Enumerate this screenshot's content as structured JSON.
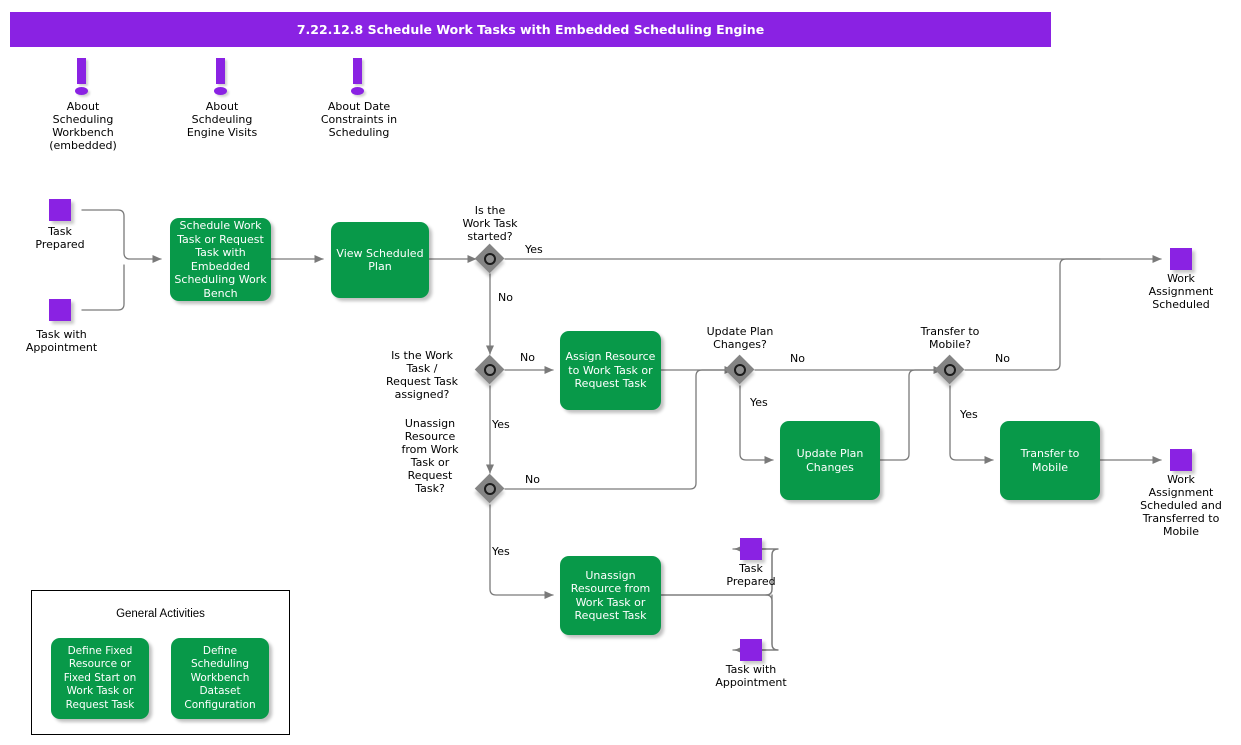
{
  "header": {
    "title": "7.22.12.8 Schedule Work Tasks with Embedded Scheduling Engine",
    "bar_color": "#8A22E3",
    "text_color": "#FFFFFF"
  },
  "palette": {
    "activity_green": "#089949",
    "event_purple": "#8A22E3",
    "gateway_gray": "#848484",
    "connector_gray": "#7A7A7A",
    "text_black": "#000000"
  },
  "annotations": [
    {
      "icon": "exclamation-icon",
      "label": "About\nScheduling\nWorkbench\n(embedded)"
    },
    {
      "icon": "exclamation-icon",
      "label": "About\nSchdeuling\nEngine Visits"
    },
    {
      "icon": "exclamation-icon",
      "label": "About Date\nConstraints in\nScheduling"
    }
  ],
  "events": [
    {
      "id": "task-prepared-start",
      "label": "Task\nPrepared"
    },
    {
      "id": "task-with-appointment-start",
      "label": "Task with\nAppointment"
    },
    {
      "id": "work-assignment-scheduled",
      "label": "Work\nAssignment\nScheduled"
    },
    {
      "id": "work-assignment-scheduled-transferred",
      "label": "Work\nAssignment\nScheduled and\nTransferred to\nMobile"
    },
    {
      "id": "task-prepared-end",
      "label": "Task\nPrepared"
    },
    {
      "id": "task-with-appointment-end",
      "label": "Task with\nAppointment"
    }
  ],
  "activities": [
    {
      "id": "schedule-work-task",
      "label": "Schedule Work Task or Request Task with Embedded Scheduling Work Bench"
    },
    {
      "id": "view-scheduled-plan",
      "label": "View Scheduled Plan"
    },
    {
      "id": "assign-resource",
      "label": "Assign Resource to Work Task or Request Task"
    },
    {
      "id": "update-plan-changes",
      "label": "Update Plan Changes"
    },
    {
      "id": "transfer-to-mobile",
      "label": "Transfer to Mobile"
    },
    {
      "id": "unassign-resource",
      "label": "Unassign Resource from Work Task or Request Task"
    }
  ],
  "gateways": [
    {
      "id": "gw-work-task-started",
      "question": "Is the\nWork Task\nstarted?"
    },
    {
      "id": "gw-task-assigned",
      "question": "Is the Work\nTask /\nRequest Task\nassigned?"
    },
    {
      "id": "gw-unassign-resource",
      "question": "Unassign\nResource\nfrom Work\nTask or\nRequest\nTask?"
    },
    {
      "id": "gw-update-plan",
      "question": "Update Plan\nChanges?"
    },
    {
      "id": "gw-transfer-mobile",
      "question": "Transfer to\nMobile?"
    }
  ],
  "edge_labels": {
    "started_yes": "Yes",
    "started_no": "No",
    "assigned_no": "No",
    "assigned_yes": "Yes",
    "unassign_no": "No",
    "unassign_yes": "Yes",
    "updateplan_no": "No",
    "updateplan_yes": "Yes",
    "transfer_no": "No",
    "transfer_yes": "Yes"
  },
  "legend": {
    "title": "General Activities",
    "items": [
      {
        "id": "define-fixed-resource",
        "label": "Define Fixed Resource or Fixed Start on Work Task or Request Task"
      },
      {
        "id": "define-scheduling-workbench-dataset",
        "label": "Define Scheduling Workbench Dataset Configuration"
      }
    ]
  }
}
